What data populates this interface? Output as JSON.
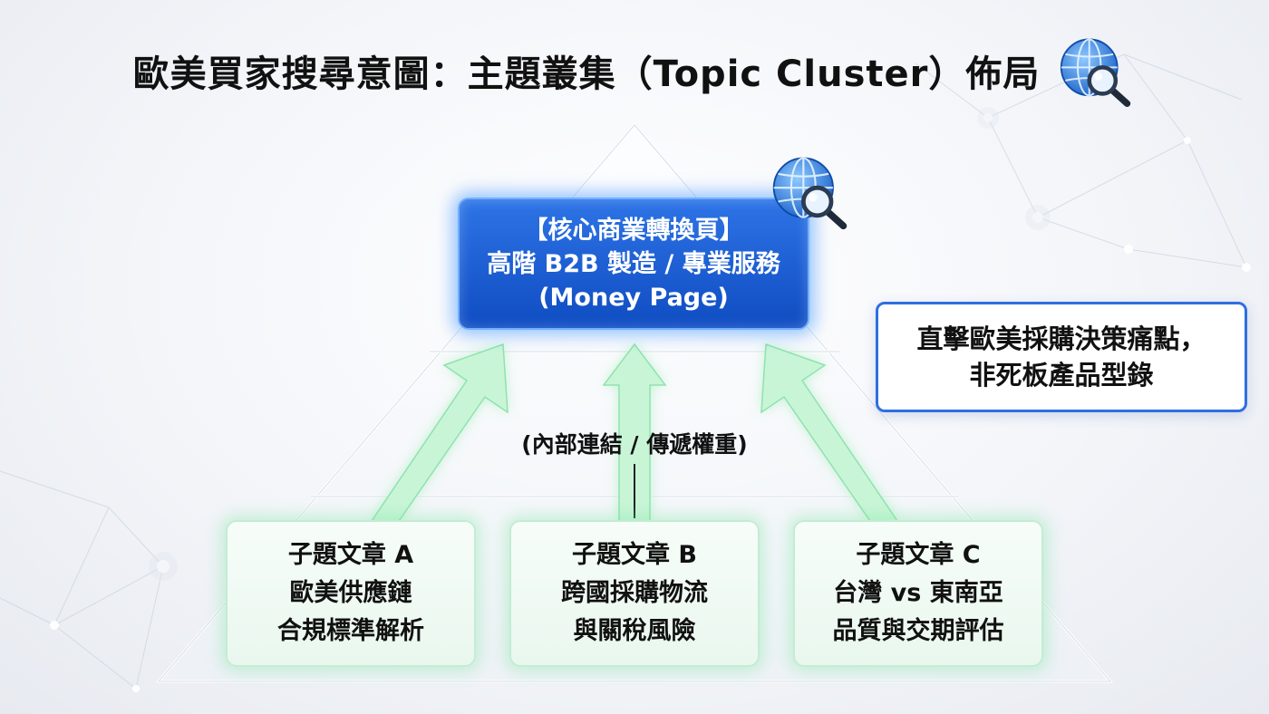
{
  "title": "歐美買家搜尋意圖：主題叢集（Topic Cluster）佈局",
  "money_page": {
    "line1": "【核心商業轉換頁】",
    "line2": "高階 B2B 製造 / 專業服務",
    "line3": "(Money Page)"
  },
  "callout": {
    "line1": "直擊歐美採購決策痛點，",
    "line2": "非死板產品型錄"
  },
  "link_label": "(內部連結 / 傳遞權重)",
  "subtopics": [
    {
      "line1": "子題文章 A",
      "line2": "歐美供應鏈",
      "line3": "合規標準解析"
    },
    {
      "line1": "子題文章 B",
      "line2": "跨國採購物流",
      "line3": "與關稅風險"
    },
    {
      "line1": "子題文章 C",
      "line2": "台灣 vs 東南亞",
      "line3": "品質與交期評估"
    }
  ],
  "colors": {
    "money_page_bg": "#1a5ad6",
    "callout_border": "#2f6fe0",
    "arrow_green": "#b9f0cc",
    "subtopic_bg": "#eef9f2"
  },
  "icons": [
    "globe-search-icon"
  ]
}
